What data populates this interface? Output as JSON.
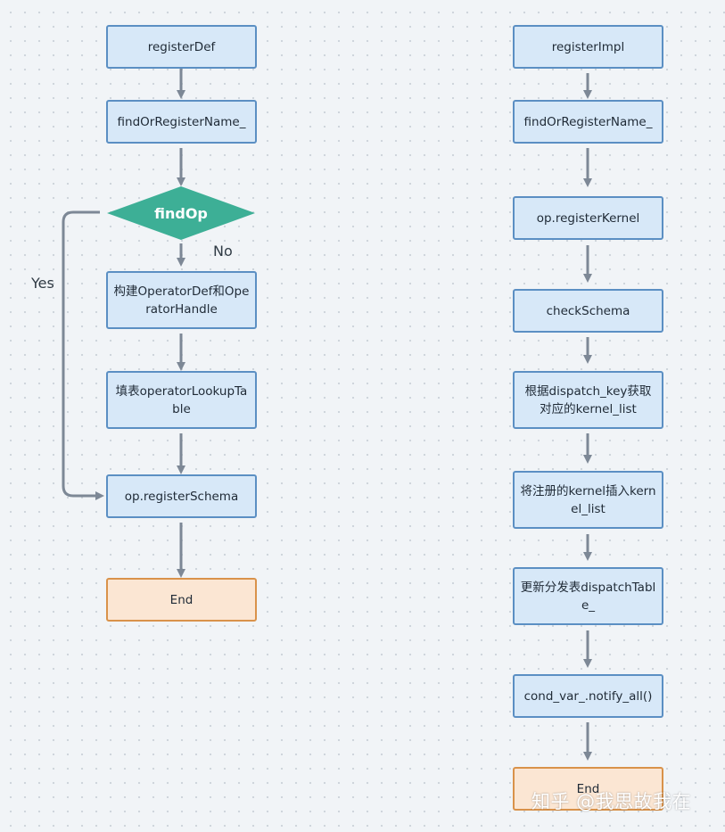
{
  "left": {
    "nodes": [
      {
        "key": "registerDef",
        "label": "registerDef"
      },
      {
        "key": "findOrRegisterName",
        "label": "findOrRegisterName_"
      },
      {
        "key": "findOp",
        "label": "findOp"
      },
      {
        "key": "buildOperatorDef",
        "label": "构建OperatorDef和OperatorHandle"
      },
      {
        "key": "fillLookupTable",
        "label": "填表operatorLookupTable"
      },
      {
        "key": "registerSchema",
        "label": "op.registerSchema"
      },
      {
        "key": "end",
        "label": "End"
      }
    ],
    "edge_labels": {
      "no": "No",
      "yes": "Yes"
    }
  },
  "right": {
    "nodes": [
      {
        "key": "registerImpl",
        "label": "registerImpl"
      },
      {
        "key": "findOrRegisterName",
        "label": "findOrRegisterName_"
      },
      {
        "key": "registerKernel",
        "label": "op.registerKernel"
      },
      {
        "key": "checkSchema",
        "label": "checkSchema"
      },
      {
        "key": "getKernelList",
        "label": "根据dispatch_key获取对应的kernel_list"
      },
      {
        "key": "insertKernel",
        "label": "将注册的kernel插入kernel_list"
      },
      {
        "key": "updateDispatchTable",
        "label": "更新分发表dispatchTable_"
      },
      {
        "key": "notifyAll",
        "label": "cond_var_.notify_all()"
      },
      {
        "key": "end",
        "label": "End"
      }
    ]
  },
  "watermark": "知乎 @我思故我在",
  "colors": {
    "process_fill": "#d7e8f8",
    "process_border": "#5b8fc3",
    "decision_fill": "#3daf96",
    "end_fill": "#fbe6d3",
    "end_border": "#d9924a",
    "arrow": "#7d8896"
  }
}
